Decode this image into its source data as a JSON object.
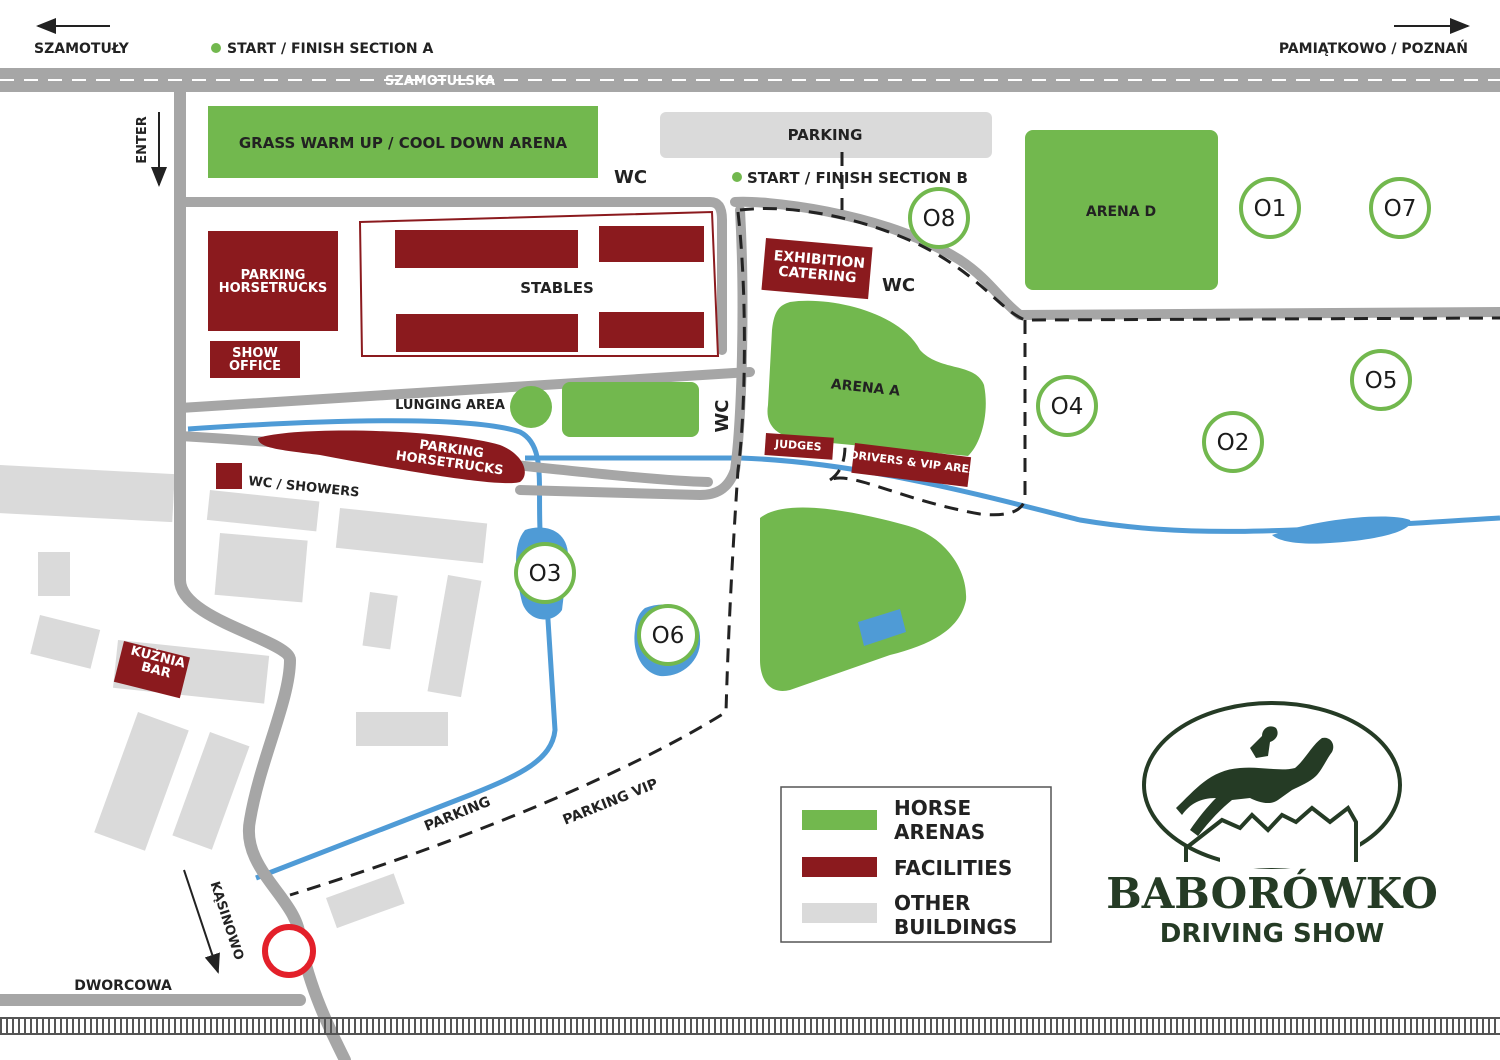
{
  "colors": {
    "arena": "#72b84e",
    "facility": "#8b1a1e",
    "building": "#dadada",
    "road": "#a6a6a6",
    "water": "#4f9bd6",
    "roundabout": "#e3202a",
    "logo": "#253b25"
  },
  "roads": {
    "szamotulska": "SZAMOTULSKA",
    "dworcowa": "DWORCOWA",
    "kasinowo": "KĄSINOWO",
    "szamotuly": "SZAMOTUŁY",
    "pamiatkowo": "PAMIĄTKOWO / POZNAŃ",
    "enter": "ENTER"
  },
  "starts": {
    "section_a": "START / FINISH SECTION A",
    "section_b": "START / FINISH SECTION B"
  },
  "arenas": {
    "grass": "GRASS WARM UP / COOL DOWN ARENA",
    "arena_a": "ARENA A",
    "arena_d": "ARENA D",
    "lunging": "LUNGING AREA"
  },
  "facilities": {
    "parking_horsetrucks_1": [
      "PARKING",
      "HORSETRUCKS"
    ],
    "parking_horsetrucks_2": [
      "PARKING",
      "HORSETRUCKS"
    ],
    "show_office": [
      "SHOW",
      "OFFICE"
    ],
    "stables": "STABLES",
    "exhibition": [
      "EXHIBITION",
      "CATERING"
    ],
    "judges": "JUDGES",
    "drivers_vip": "DRIVERS & VIP AREA",
    "wc_showers": "WC / SHOWERS",
    "kuznia_bar": [
      "KUŹNIA",
      "BAR"
    ]
  },
  "labels": {
    "parking_top": "PARKING",
    "parking": "PARKING",
    "parking_vip": "PARKING VIP",
    "wc": "WC"
  },
  "obstacles": [
    "O1",
    "O2",
    "O3",
    "O4",
    "O5",
    "O6",
    "O7",
    "O8"
  ],
  "legend": {
    "horse_arenas": [
      "HORSE",
      "ARENAS"
    ],
    "facilities": "FACILITIES",
    "other_buildings": [
      "OTHER",
      "BUILDINGS"
    ]
  },
  "logo": {
    "title": "BABORÓWKO",
    "subtitle": "DRIVING SHOW"
  }
}
